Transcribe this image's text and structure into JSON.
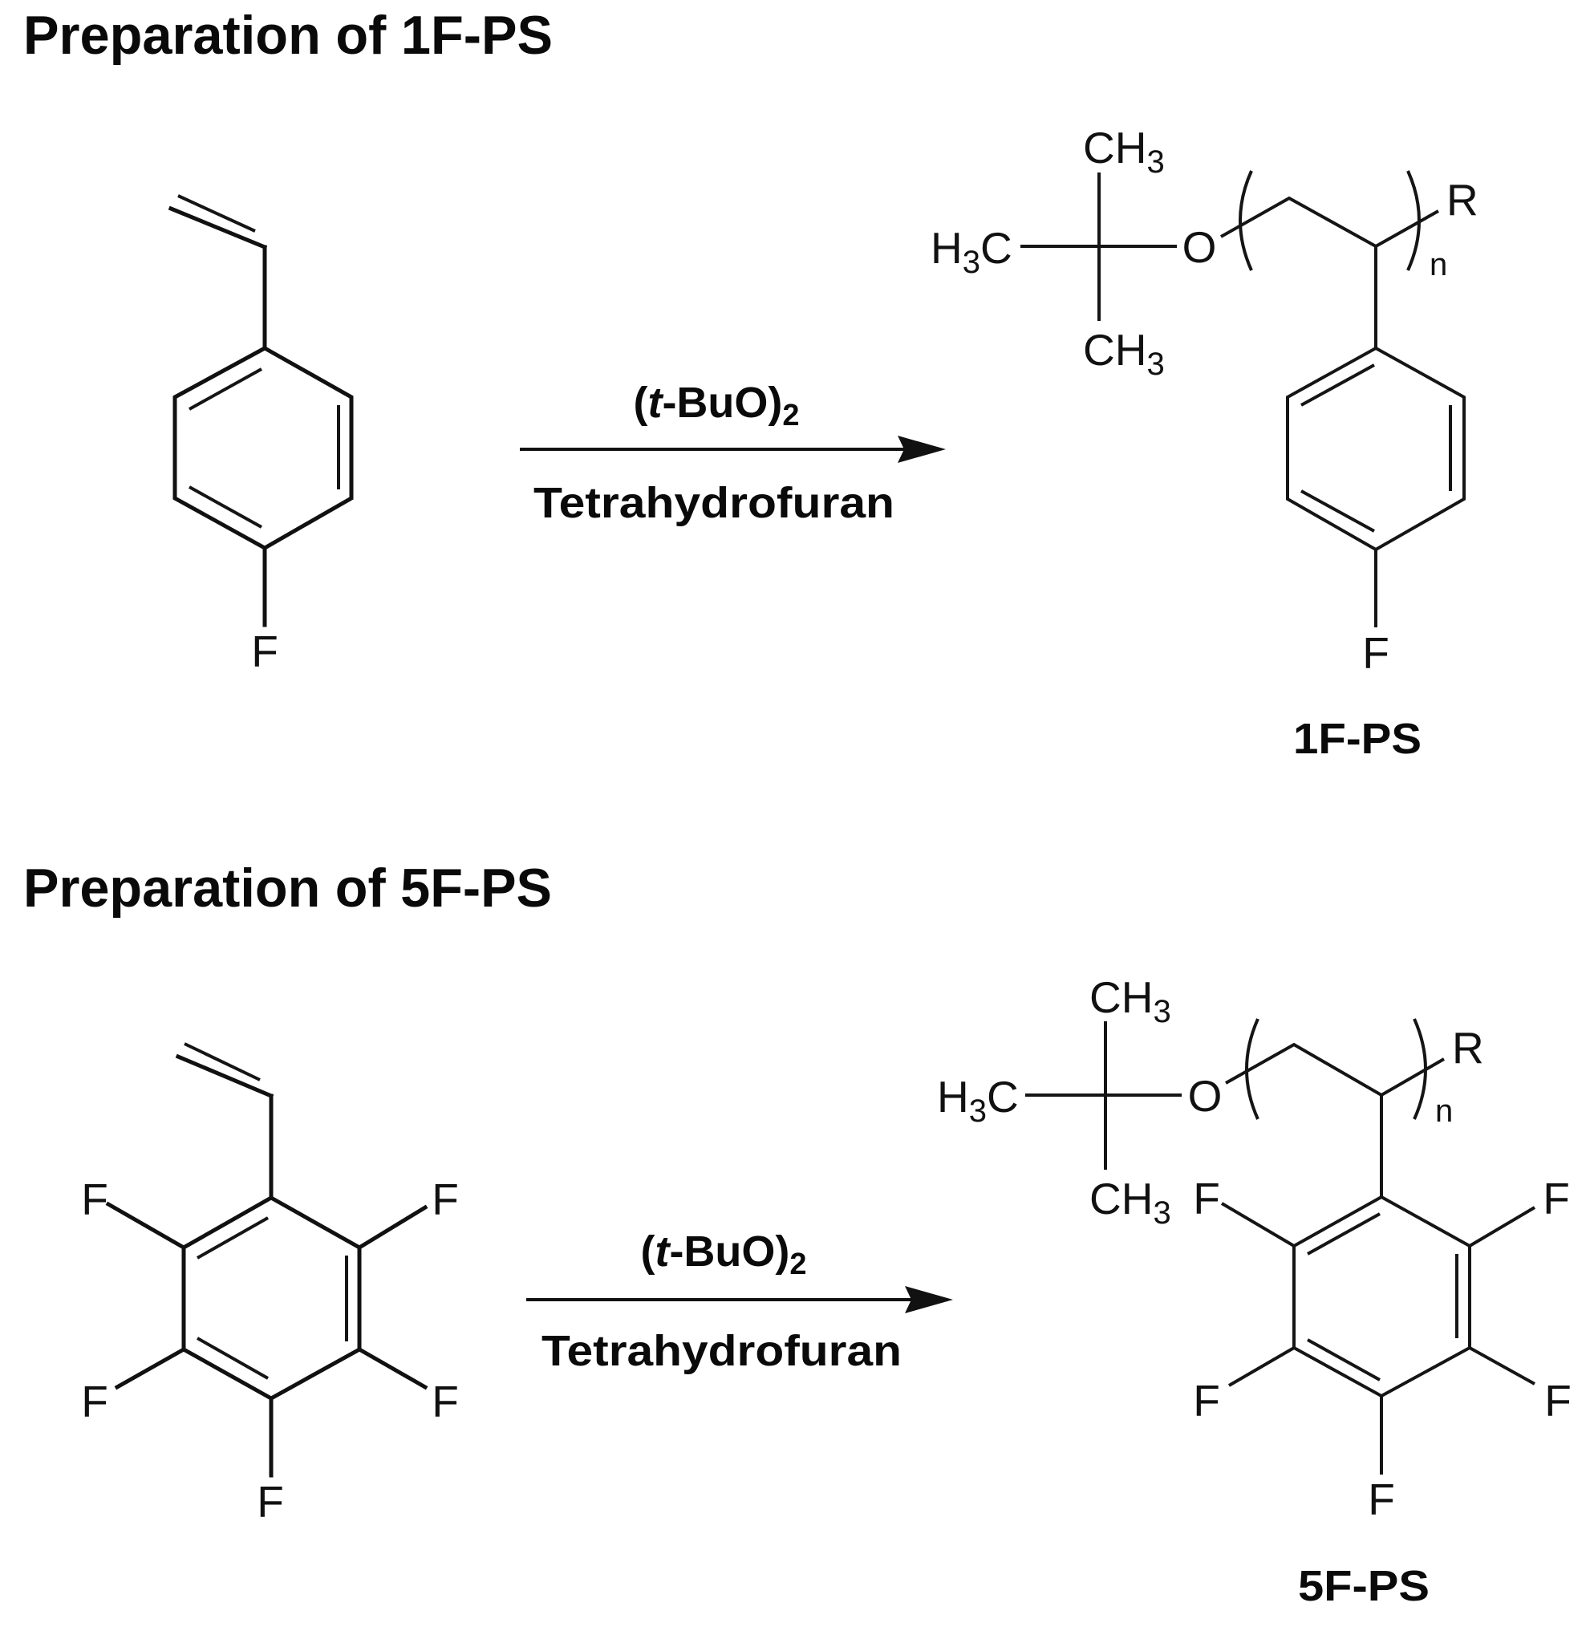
{
  "schemes": [
    {
      "title": "Preparation of 1F-PS",
      "reactant": {
        "name": "4-fluorostyrene",
        "substituents": [
          "F"
        ]
      },
      "reagent_above": {
        "open": "(",
        "italic": "t",
        "rest": "-BuO)",
        "subscript": "2"
      },
      "reagent_below": "Tetrahydrofuran",
      "product": {
        "label": "1F-PS",
        "methyl_top": {
          "main": "CH",
          "sub": "3"
        },
        "methyl_left": {
          "pre": "H",
          "sub": "3",
          "main": "C"
        },
        "methyl_bottom": {
          "main": "CH",
          "sub": "3"
        },
        "oxygen": "O",
        "end_group": "R",
        "repeat": "n",
        "substituents": [
          "F"
        ]
      }
    },
    {
      "title": "Preparation of 5F-PS",
      "reactant": {
        "name": "pentafluorostyrene",
        "substituents": [
          "F",
          "F",
          "F",
          "F",
          "F"
        ]
      },
      "reagent_above": {
        "open": "(",
        "italic": "t",
        "rest": "-BuO)",
        "subscript": "2"
      },
      "reagent_below": "Tetrahydrofuran",
      "product": {
        "label": "5F-PS",
        "methyl_top": {
          "main": "CH",
          "sub": "3"
        },
        "methyl_left": {
          "pre": "H",
          "sub": "3",
          "main": "C"
        },
        "methyl_bottom": {
          "main": "CH",
          "sub": "3"
        },
        "oxygen": "O",
        "end_group": "R",
        "repeat": "n",
        "substituents": [
          "F",
          "F",
          "F",
          "F",
          "F"
        ]
      }
    }
  ],
  "colors": {
    "ink": "#111111",
    "background": "#ffffff"
  }
}
